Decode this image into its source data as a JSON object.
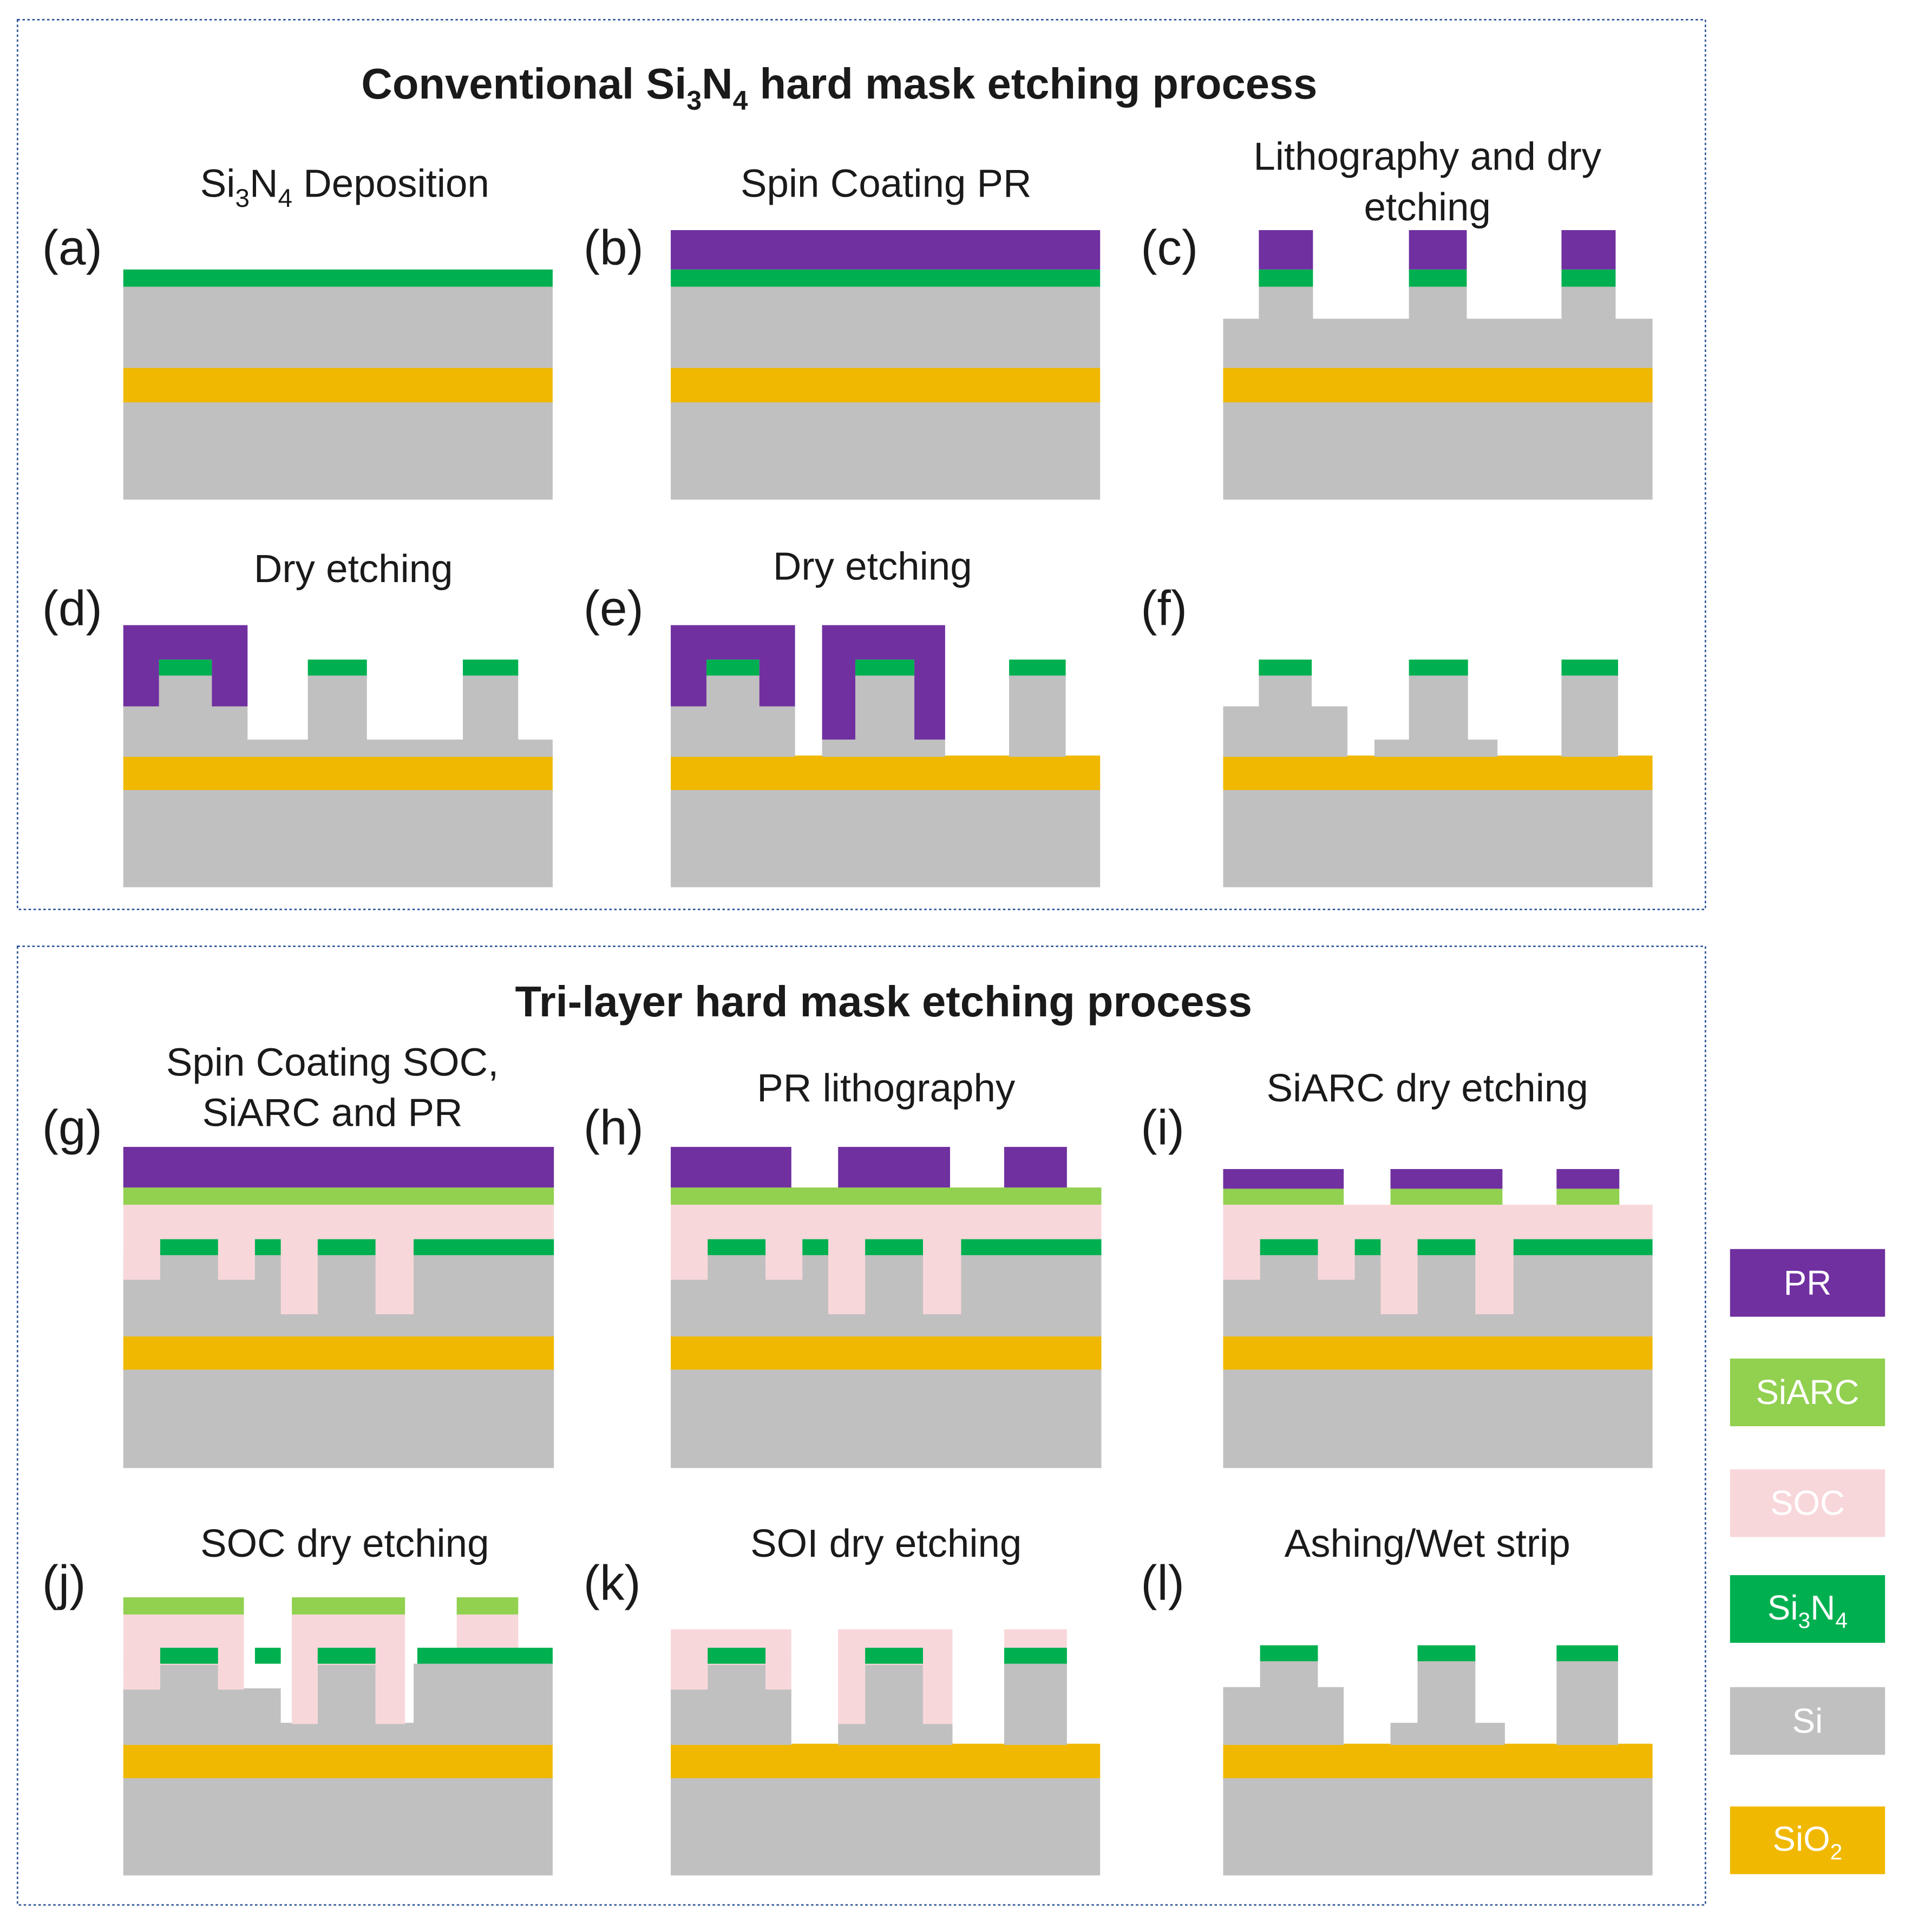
{
  "colors": {
    "PR": "#7030a0",
    "SiARC": "#92d050",
    "SOC": "#f8d7da",
    "Si3N4": "#00b050",
    "Si": "#c0c0c0",
    "SiO2": "#f0b800",
    "frame": "#2f5597"
  },
  "sections": {
    "conventional_title": {
      "pre": "Conventional Si",
      "s1": "3",
      "mid": "N",
      "s2": "4",
      "post": " hard mask etching process"
    },
    "trilayer_title": "Tri-layer hard mask etching process"
  },
  "panels": {
    "a": {
      "label": "(a)",
      "caption": {
        "pre": "Si",
        "s1": "3",
        "mid": "N",
        "s2": "4",
        "post": " Deposition"
      }
    },
    "b": {
      "label": "(b)",
      "caption": "Spin Coating PR"
    },
    "c": {
      "label": "(c)",
      "caption_line1": "Lithography and dry",
      "caption_line2": "etching"
    },
    "d": {
      "label": "(d)",
      "caption": "Dry etching"
    },
    "e": {
      "label": "(e)",
      "caption": "Dry etching"
    },
    "f": {
      "label": "(f)"
    },
    "g": {
      "label": "(g)",
      "caption_line1": "Spin Coating SOC,",
      "caption_line2": "SiARC and PR"
    },
    "h": {
      "label": "(h)",
      "caption": "PR  lithography"
    },
    "i": {
      "label": "(i)",
      "caption": "SiARC dry etching"
    },
    "j": {
      "label": "(j)",
      "caption": "SOC dry etching"
    },
    "k": {
      "label": "(k)",
      "caption": "SOI dry etching"
    },
    "l": {
      "label": "(l)",
      "caption": "Ashing/Wet strip"
    }
  },
  "legend": {
    "pr": "PR",
    "siarc": "SiARC",
    "soc": "SOC",
    "si3n4": {
      "pre": "Si",
      "s1": "3",
      "mid": "N",
      "s2": "4"
    },
    "si": "Si",
    "sio2": {
      "pre": "SiO",
      "s1": "2"
    }
  }
}
